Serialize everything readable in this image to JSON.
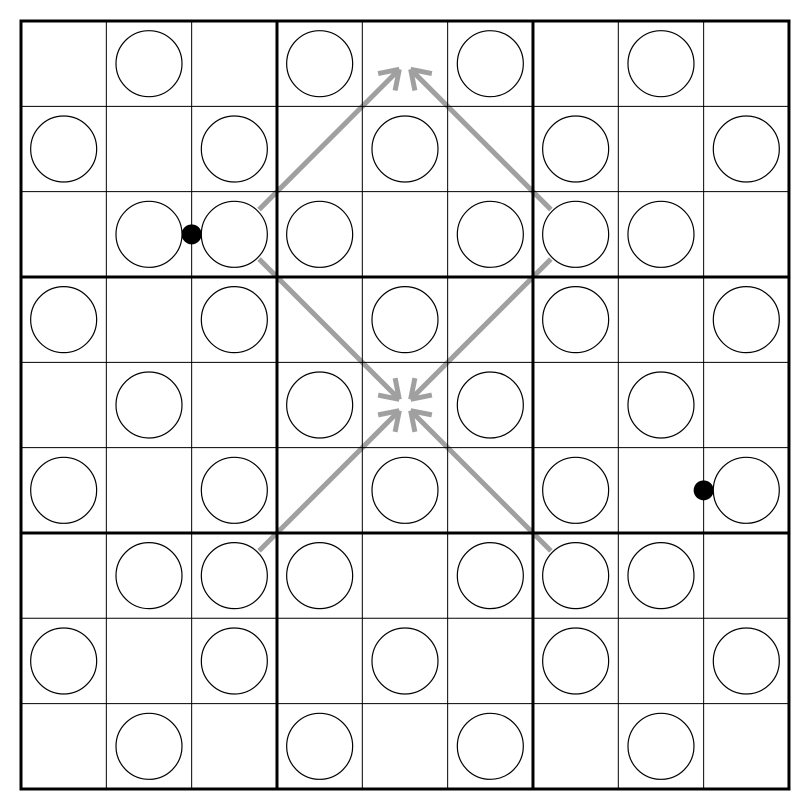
{
  "puzzle": {
    "size": 9,
    "box_size": 3,
    "digits": [
      [
        null,
        null,
        null,
        null,
        null,
        null,
        null,
        null,
        null
      ],
      [
        null,
        null,
        null,
        null,
        null,
        null,
        null,
        null,
        null
      ],
      [
        null,
        null,
        null,
        null,
        null,
        null,
        null,
        null,
        null
      ],
      [
        null,
        null,
        null,
        null,
        null,
        null,
        null,
        null,
        null
      ],
      [
        null,
        null,
        null,
        null,
        null,
        null,
        null,
        null,
        null
      ],
      [
        null,
        null,
        null,
        null,
        null,
        null,
        null,
        null,
        null
      ],
      [
        null,
        null,
        null,
        null,
        null,
        null,
        null,
        null,
        null
      ],
      [
        null,
        null,
        null,
        null,
        null,
        null,
        null,
        null,
        null
      ],
      [
        null,
        null,
        null,
        null,
        null,
        null,
        null,
        null,
        null
      ]
    ],
    "circles": [
      [
        1,
        2
      ],
      [
        1,
        4
      ],
      [
        1,
        6
      ],
      [
        1,
        8
      ],
      [
        2,
        1
      ],
      [
        2,
        3
      ],
      [
        2,
        5
      ],
      [
        2,
        7
      ],
      [
        2,
        9
      ],
      [
        3,
        2
      ],
      [
        3,
        3
      ],
      [
        3,
        4
      ],
      [
        3,
        6
      ],
      [
        3,
        7
      ],
      [
        3,
        8
      ],
      [
        4,
        1
      ],
      [
        4,
        3
      ],
      [
        4,
        5
      ],
      [
        4,
        7
      ],
      [
        4,
        9
      ],
      [
        5,
        2
      ],
      [
        5,
        4
      ],
      [
        5,
        6
      ],
      [
        5,
        8
      ],
      [
        6,
        1
      ],
      [
        6,
        3
      ],
      [
        6,
        5
      ],
      [
        6,
        7
      ],
      [
        6,
        9
      ],
      [
        7,
        2
      ],
      [
        7,
        3
      ],
      [
        7,
        4
      ],
      [
        7,
        6
      ],
      [
        7,
        7
      ],
      [
        7,
        8
      ],
      [
        8,
        1
      ],
      [
        8,
        3
      ],
      [
        8,
        5
      ],
      [
        8,
        7
      ],
      [
        8,
        9
      ],
      [
        9,
        2
      ],
      [
        9,
        4
      ],
      [
        9,
        6
      ],
      [
        9,
        8
      ]
    ],
    "black_dots": [
      {
        "cells": [
          [
            3,
            2
          ],
          [
            3,
            3
          ]
        ]
      },
      {
        "cells": [
          [
            6,
            8
          ],
          [
            6,
            9
          ]
        ]
      }
    ],
    "arrows": [
      {
        "from": [
          3,
          3
        ],
        "to": [
          1,
          5
        ]
      },
      {
        "from": [
          3,
          7
        ],
        "to": [
          1,
          5
        ]
      },
      {
        "from": [
          3,
          3
        ],
        "to": [
          5,
          5
        ]
      },
      {
        "from": [
          3,
          7
        ],
        "to": [
          5,
          5
        ]
      },
      {
        "from": [
          7,
          3
        ],
        "to": [
          5,
          5
        ]
      },
      {
        "from": [
          7,
          7
        ],
        "to": [
          5,
          5
        ]
      }
    ],
    "colors": {
      "background": "#ffffff",
      "grid_line": "#000000",
      "arrow": "#a0a0a0",
      "circle_stroke": "#000000",
      "dot_fill": "#000000"
    }
  }
}
